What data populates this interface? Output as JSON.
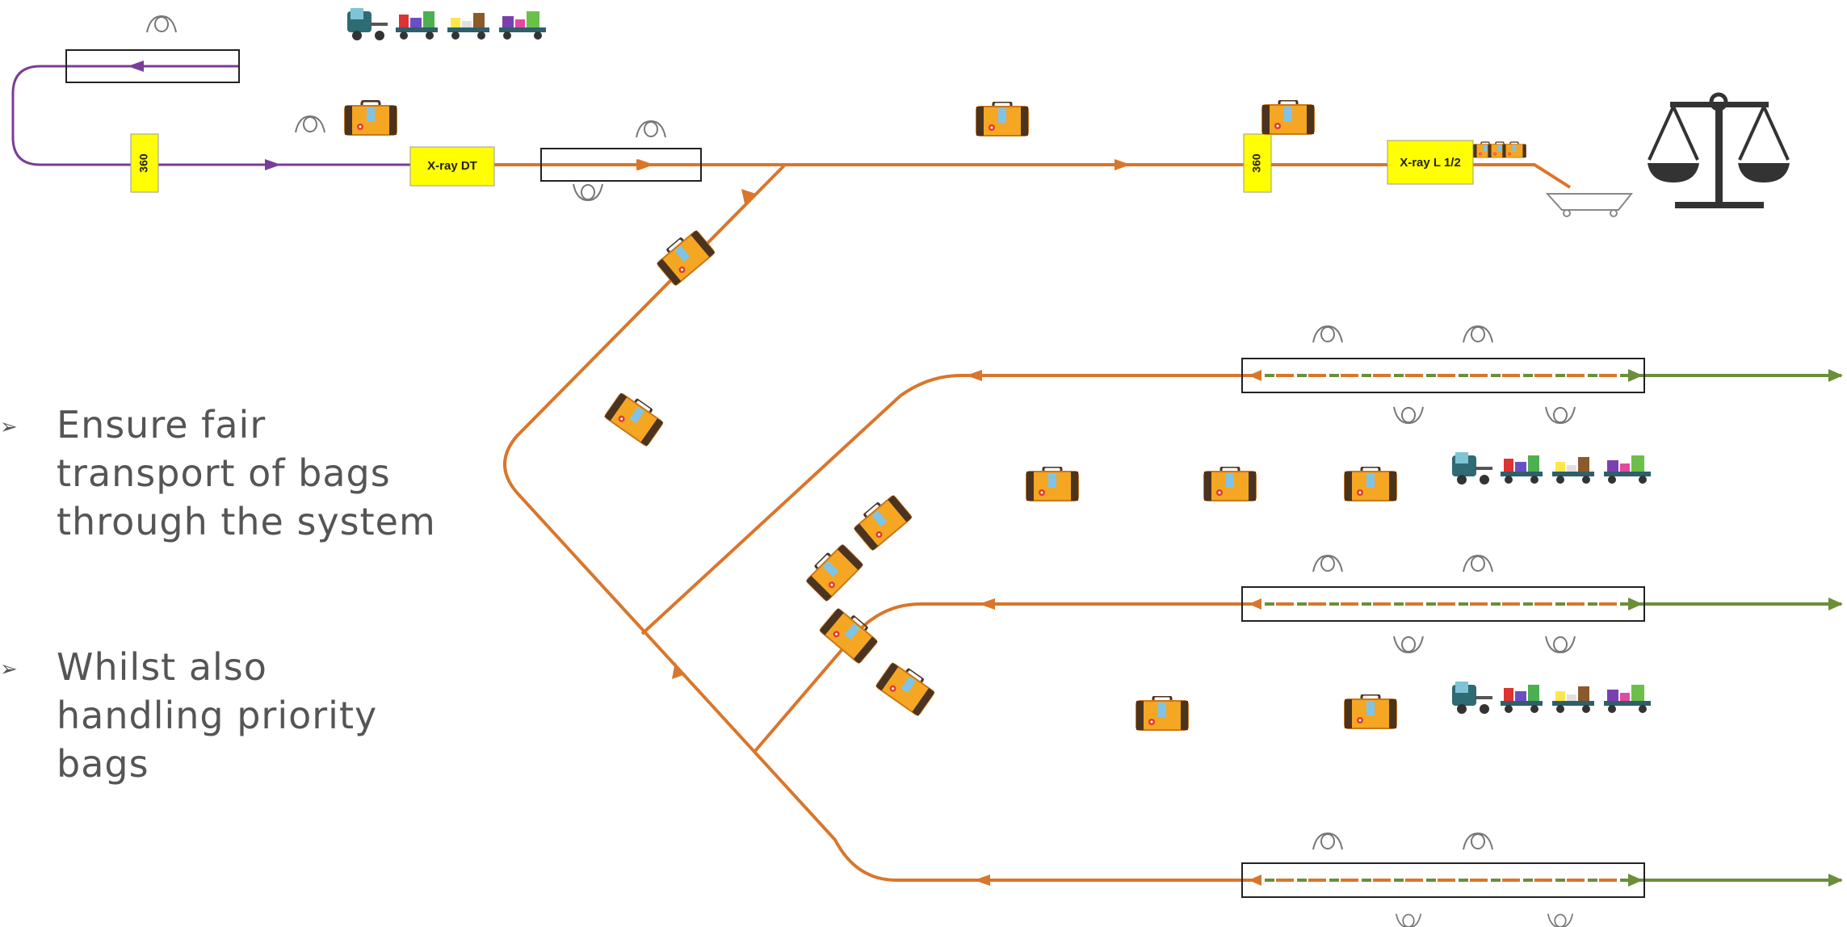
{
  "machines": {
    "scanner_360_left": "360",
    "scanner_360_right": "360",
    "xray_dt": "X-ray DT",
    "xray_l12": "X-ray L 1/2"
  },
  "bullets": [
    {
      "marker": "➢",
      "text": "Ensure fair\ntransport of bags\nthrough the system"
    },
    {
      "marker": "➢",
      "text": "Whilst also\nhandling priority\nbags"
    }
  ],
  "colors": {
    "orange_belt": "#d9762b",
    "purple_belt": "#7a3d97",
    "green_belt": "#6b8e3a",
    "machine_fill": "#ffff00",
    "suitcase": "#f5a623",
    "scale": "#333333"
  },
  "icons": {
    "operator": "operator-icon",
    "suitcase": "suitcase-icon",
    "baggage_train": "baggage-train-icon",
    "scale": "balance-scale-icon",
    "cart": "baggage-cart-icon"
  }
}
